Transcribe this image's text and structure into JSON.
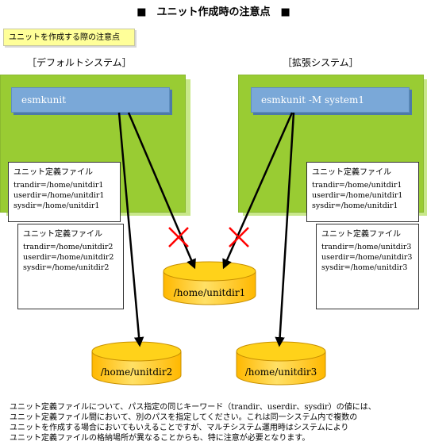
{
  "title": "■　ユニット作成時の注意点　■",
  "note_label": "ユニットを作成する際の注意点",
  "default_system": {
    "label": "［デフォルトシステム］",
    "command": "esmkunit",
    "file1": {
      "title": "ユニット定義ファイル",
      "lines": [
        "trandir=/home/unitdir1",
        "userdir=/home/unitdir1",
        "sysdir=/home/unitdir1"
      ]
    },
    "file2": {
      "title": "ユニット定義ファイル",
      "lines": [
        "trandir=/home/unitdir2",
        "userdir=/home/unitdir2",
        "sysdir=/home/unitdir2"
      ]
    }
  },
  "extended_system": {
    "label": "［拡張システム］",
    "command": "esmkunit -M system1",
    "file1": {
      "title": "ユニット定義ファイル",
      "lines": [
        "trandir=/home/unitdir1",
        "userdir=/home/unitdir1",
        "sysdir=/home/unitdir1"
      ]
    },
    "file2": {
      "title": "ユニット定義ファイル",
      "lines": [
        "trandir=/home/unitdir3",
        "userdir=/home/unitdir3",
        "sysdir=/home/unitdir3"
      ]
    }
  },
  "disks": {
    "unitdir1": "/home/unitdir1",
    "unitdir2": "/home/unitdir2",
    "unitdir3": "/home/unitdir3"
  },
  "colors": {
    "green": "#99cc33",
    "command_blue": "#7aa8d8",
    "cylinder_yellow": "#ffcc00",
    "cross_red": "#ff0000",
    "note_yellow": "#ffff99"
  },
  "bottom_text": [
    "ユニット定義ファイルについて、パス指定の同じキーワード（trandir、userdir、sysdir）の値には、",
    "ユニット定義ファイル間において、別のパスを指定してください。これは同一システム内で複数の",
    "ユニットを作成する場合においてもいえることですが、マルチシステム運用時はシステムにより",
    "ユニット定義ファイルの格納場所が異なることからも、特に注意が必要となります。"
  ]
}
